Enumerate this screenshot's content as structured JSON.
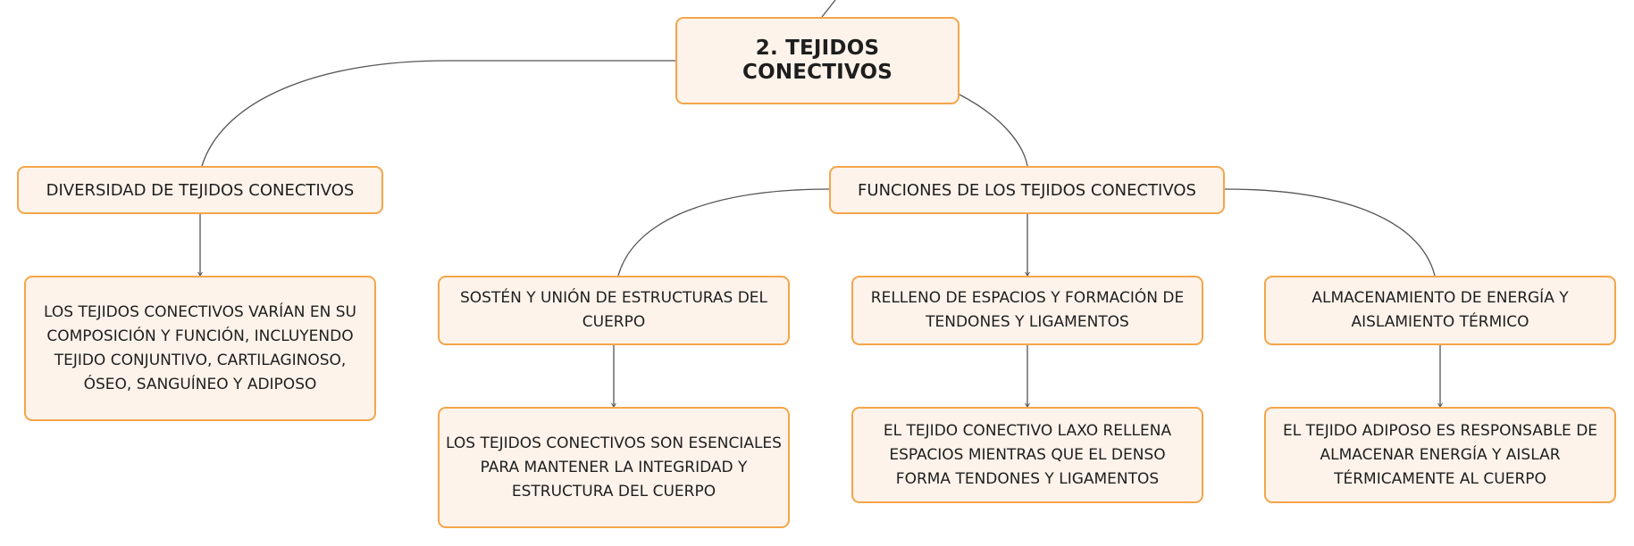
{
  "diagram": {
    "root": {
      "label": "2. TEJIDOS CONECTIVOS"
    },
    "branches": [
      {
        "label": "DIVERSIDAD DE TEJIDOS CONECTIVOS",
        "children": [
          {
            "label": "LOS TEJIDOS CONECTIVOS VARÍAN EN SU COMPOSICIÓN Y FUNCIÓN, INCLUYENDO TEJIDO CONJUNTIVO, CARTILAGINOSO, ÓSEO, SANGUÍNEO Y ADIPOSO"
          }
        ]
      },
      {
        "label": "FUNCIONES DE LOS TEJIDOS CONECTIVOS",
        "children": [
          {
            "label": "SOSTÉN Y UNIÓN DE ESTRUCTURAS DEL CUERPO",
            "detail": "LOS TEJIDOS CONECTIVOS SON ESENCIALES PARA MANTENER LA INTEGRIDAD Y ESTRUCTURA DEL CUERPO"
          },
          {
            "label": "RELLENO DE ESPACIOS Y FORMACIÓN DE TENDONES Y LIGAMENTOS",
            "detail": "EL TEJIDO CONECTIVO LAXO RELLENA ESPACIOS MIENTRAS QUE EL DENSO FORMA TENDONES Y LIGAMENTOS"
          },
          {
            "label": "ALMACENAMIENTO DE ENERGÍA Y AISLAMIENTO TÉRMICO",
            "detail": "EL TEJIDO ADIPOSO ES RESPONSABLE DE ALMACENAR ENERGÍA Y AISLAR TÉRMICAMENTE AL CUERPO"
          }
        ]
      }
    ]
  },
  "colors": {
    "node_fill": "#fdf3ea",
    "node_border": "#f5a54a",
    "connector": "#555555",
    "text": "#1e1e1e"
  }
}
